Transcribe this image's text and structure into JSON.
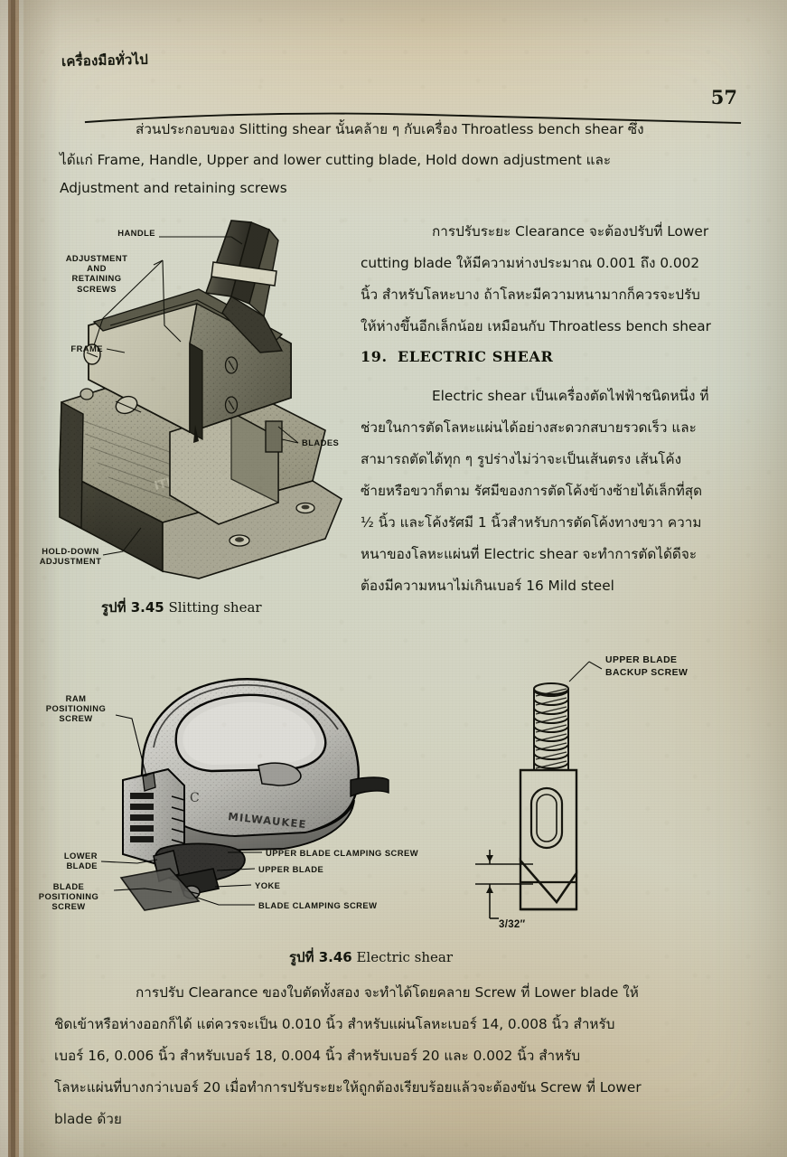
{
  "page": {
    "running_head": "เครื่องมือทั่วไป",
    "number": "57"
  },
  "body": {
    "para1": {
      "lines": [
        "ส่วนประกอบของ  Slitting shear  นั้นคล้าย ๆ กับเครื่อง  Throatless bench shear  ซึ่ง",
        "ได้แก่  Frame,  Handle,  Upper and lower cutting blade,  Hold  down  adjustment  และ",
        "Adjustment and retaining screws"
      ]
    },
    "para2": {
      "lines": [
        "การปรับระยะ Clearance จะต้องปรับที่ Lower",
        "cutting blade ให้มีความห่างประมาณ 0.001  ถึง 0.002",
        "นิ้ว สำหรับโลหะบาง ถ้าโลหะมีความหนามากก็ควรจะปรับ",
        "ให้ห่างขึ้นอีกเล็กน้อย เหมือนกับ Throatless bench shear"
      ]
    },
    "section_heading": {
      "number": "19.",
      "title": "ELECTRIC SHEAR"
    },
    "para3": {
      "lines": [
        "Electric shear เป็นเครื่องตัดไฟฟ้าชนิดหนึ่ง ที่",
        "ช่วยในการตัดโลหะแผ่นได้อย่างสะดวกสบายรวดเร็ว  และ",
        "สามารถตัดได้ทุก ๆ รูปร่างไม่ว่าจะเป็นเส้นตรง    เส้นโค้ง",
        "ซ้ายหรือขวาก็ตาม  รัศมีของการตัดโค้งข้างซ้ายได้เล็กที่สุด",
        "½ นิ้ว และโค้งรัศมี 1 นิ้วสำหรับการตัดโค้งทางขวา ความ",
        "หนาของโลหะแผ่นที่ Electric shear จะทำการตัดได้ดีจะ",
        "ต้องมีความหนาไม่เกินเบอร์ 16 Mild steel"
      ]
    },
    "para4": {
      "lines": [
        "การปรับ Clearance ของใบตัดทั้งสอง     จะทำได้โดยคลาย Screw  ที่ Lower blade ให้",
        "ชิดเข้าหรือห่างออกก็ได้   แต่ควรจะเป็น 0.010 นิ้ว  สำหรับแผ่นโลหะเบอร์ 14, 0.008 นิ้ว  สำหรับ",
        "เบอร์ 16,  0.006 นิ้ว  สำหรับเบอร์ 18,  0.004 นิ้ว  สำหรับเบอร์ 20  และ 0.002 นิ้ว  สำหรับ",
        "โลหะแผ่นที่บางกว่าเบอร์ 20 เมื่อทำการปรับระยะให้ถูกต้องเรียบร้อยแล้วจะต้องขัน Screw ที่ Lower",
        "blade ด้วย"
      ]
    }
  },
  "figures": {
    "fig345": {
      "caption_no": "รูปที่ 3.45",
      "caption_en": "Slitting shear",
      "labels": {
        "handle": "HANDLE",
        "adjustment": "ADJUSTMENT\nAND\nRETAINING\nSCREWS",
        "frame": "FRAME",
        "blades": "BLADES",
        "holddown": "HOLD-DOWN\nADJUSTMENT"
      }
    },
    "fig346": {
      "caption_no": "รูปที่ 3.46",
      "caption_en": "Electric shear",
      "brand": "MILWAUKEE",
      "labels": {
        "ram": "RAM\nPOSITIONING\nSCREW",
        "lower_blade": "LOWER\nBLADE",
        "blade_pos": "BLADE\nPOSITIONING\nSCREW",
        "upper_clamp": "UPPER BLADE CLAMPING SCREW",
        "upper_blade": "UPPER BLADE",
        "yoke": "YOKE",
        "blade_clamp": "BLADE CLAMPING SCREW",
        "backup_screw": "UPPER BLADE\nBACKUP SCREW",
        "dimension": "3/32″"
      }
    }
  },
  "colors": {
    "ink": "#15170f",
    "paper_top": "#ded9c6",
    "paper_bottom": "#cdc6ad",
    "binding": "#6b5138"
  }
}
